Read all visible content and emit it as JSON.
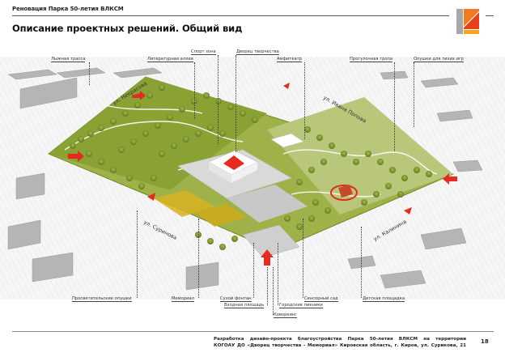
{
  "header": {
    "title": "Реновация Парка 50-летия ВЛКСМ",
    "page_title": "Описание проектных решений. Общий вид"
  },
  "logo": {
    "colors": {
      "gray": "#a8a8a8",
      "orange": "#f47a20",
      "red": "#e8401c",
      "yellow": "#f6a518"
    }
  },
  "map": {
    "top_labels": [
      {
        "text": "Лыжная трасса"
      },
      {
        "text": "Литературная аллея"
      },
      {
        "text": "Спорт зона"
      },
      {
        "text": "Дворец творчества"
      },
      {
        "text": "Амфитеатр"
      },
      {
        "text": "Прогулочная тропа"
      },
      {
        "text": "Опушки для тихих игр"
      }
    ],
    "bottom_labels": [
      {
        "text": "Просветительские опушки"
      },
      {
        "text": "Мемориал"
      },
      {
        "text": "Сухой фонтан"
      },
      {
        "text": "Входная площадь"
      },
      {
        "text": "Городские пикники"
      },
      {
        "text": "Коворкинг"
      },
      {
        "text": "Сенсорный сад"
      },
      {
        "text": "Детская площадка"
      }
    ],
    "streets": [
      {
        "text": "ул. Некрасова"
      },
      {
        "text": "ул. Ивана Попова"
      },
      {
        "text": "ул. Суринова"
      },
      {
        "text": "ул. Калинина"
      }
    ],
    "colors": {
      "park_green": "#7f9a2e",
      "light_green": "#b6c56b",
      "building_gray": "#9a9a9a",
      "accent_red": "#e52a1f",
      "yellow_field": "#d7b21e"
    }
  },
  "footer": {
    "description_line1": "Разработка дизайн-проекта благоустройства Парка 50-летия ВЛКСМ на территории",
    "description_line2": "КОГОАУ ДО «Дворец творчества - Мемориал» Кировская область, г. Киров, ул. Сурикова, 21",
    "page_number": "18"
  }
}
